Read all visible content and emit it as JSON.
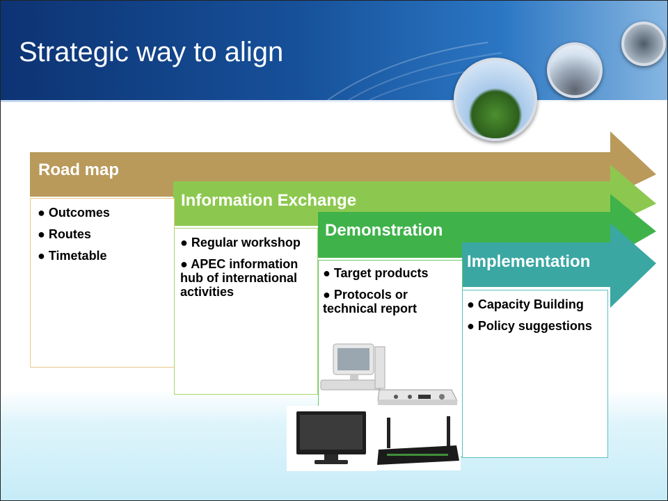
{
  "slide": {
    "title": "Strategic way to align",
    "icons": [
      "city-globe-icon",
      "city-skyline-globe-icon",
      "road-globe-icon"
    ]
  },
  "stages": [
    {
      "label": "Road map",
      "color": "#b99a5b",
      "items": [
        "● Outcomes",
        "● Routes",
        "● Timetable"
      ]
    },
    {
      "label": "Information Exchange",
      "color": "#8cc84f",
      "items": [
        "● Regular workshop",
        "● APEC information hub of international activities"
      ]
    },
    {
      "label": "Demonstration",
      "color": "#3fb24a",
      "items": [
        "● Target products",
        "● Protocols or technical report"
      ]
    },
    {
      "label": "Implementation",
      "color": "#3aa7a2",
      "items": [
        "● Capacity Building",
        "● Policy suggestions"
      ]
    }
  ],
  "products": [
    "desktop-computer-icon",
    "set-top-box-icon",
    "television-icon",
    "wireless-router-icon"
  ]
}
